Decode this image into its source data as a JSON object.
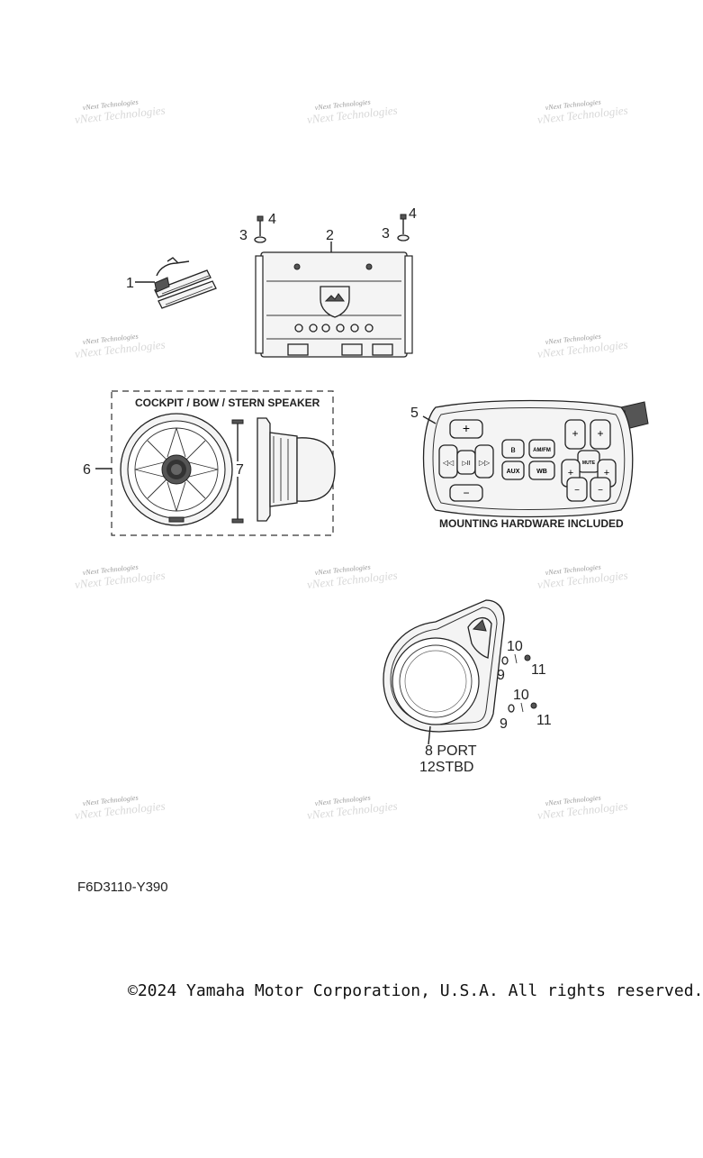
{
  "callouts": {
    "c1": "1",
    "c2": "2",
    "c3a": "3",
    "c3b": "3",
    "c4a": "4",
    "c4b": "4",
    "c5": "5",
    "c6": "6",
    "c7": "7",
    "c9a": "9",
    "c9b": "9",
    "c10a": "10",
    "c10b": "10",
    "c11a": "11",
    "c11b": "11",
    "c8": "8 PORT",
    "c12": "12STBD"
  },
  "captions": {
    "speaker_box": "COCKPIT / BOW / STERN SPEAKER",
    "mounting": "MOUNTING HARDWARE INCLUDED"
  },
  "remote_buttons": {
    "plus": "+",
    "minus": "−",
    "bt": "ʙ",
    "amfm": "AM/FM",
    "aux": "AUX",
    "wb": "WB",
    "mute": "MUTE",
    "prev": "◁◁",
    "play": "▷II",
    "next": "▷▷"
  },
  "watermark": "vNext Technologies",
  "diagram_code": "F6D3110-Y390",
  "copyright": "©2024 Yamaha Motor Corporation, U.S.A. All rights reserved."
}
